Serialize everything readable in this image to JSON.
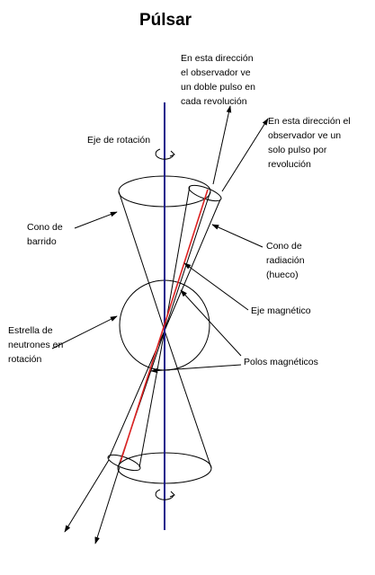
{
  "title": "Púlsar",
  "labels": {
    "double_pulse": [
      "En esta dirección",
      "el observador ve",
      "un doble pulso en",
      "cada revolución"
    ],
    "single_pulse": [
      "En esta dirección el",
      "observador ve un",
      "solo pulso por",
      "revolución"
    ],
    "rotation_axis": "Eje de rotación",
    "sweep_cone": [
      "Cono de",
      "barrido"
    ],
    "radiation_cone": [
      "Cono de",
      "radiación",
      "(hueco)"
    ],
    "magnetic_axis": "Eje magnético",
    "neutron_star": [
      "Estrella de",
      "neutrones en",
      "rotación"
    ],
    "magnetic_poles": "Polos magnéticos"
  },
  "colors": {
    "rotation_axis": "#1a1a8c",
    "magnetic_axis": "#dd2222",
    "lines": "#000000"
  }
}
